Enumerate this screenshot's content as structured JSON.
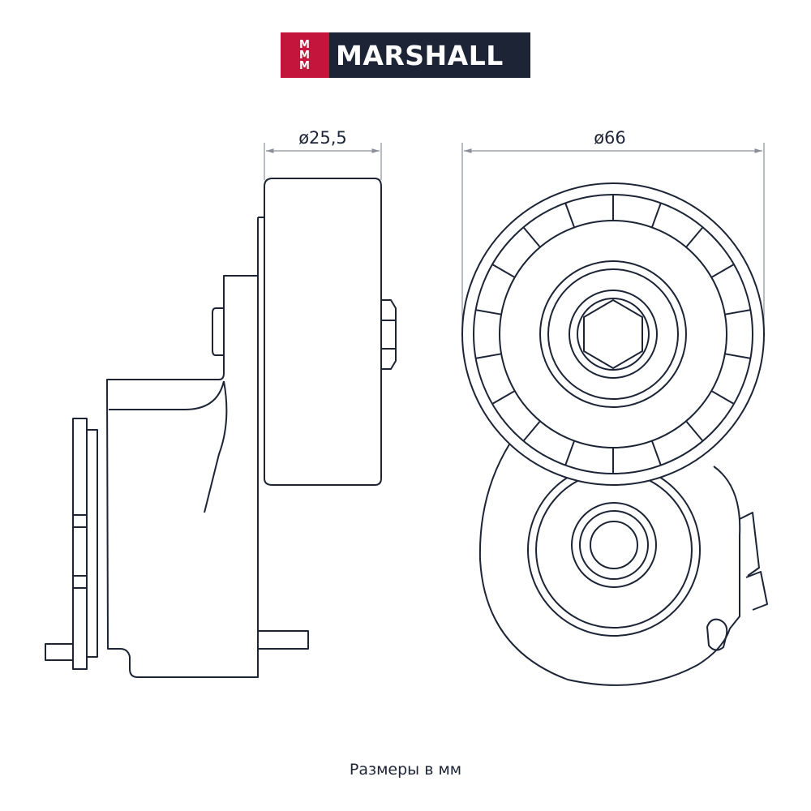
{
  "logo": {
    "mark_rows": [
      "M",
      "M",
      "M"
    ],
    "brand": "MARSHALL",
    "colors": {
      "mark": "#c4163c",
      "background": "#1c2436",
      "text": "#ffffff"
    }
  },
  "dimensions": {
    "side_width": "ø25,5",
    "front_diameter": "ø66"
  },
  "colors": {
    "line": "#1c2436",
    "dimension_line": "#8a8f99"
  },
  "footer": "Размеры в мм"
}
